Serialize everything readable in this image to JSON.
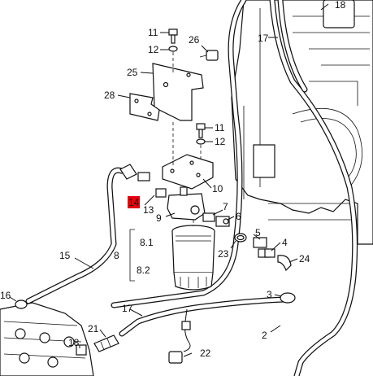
{
  "labels": {
    "p18_top": "18",
    "p17_top": "17",
    "p11_top": "11",
    "p26": "26",
    "p12_top": "12",
    "p25": "25",
    "p28": "28",
    "p11_mid": "11",
    "p12_mid": "12",
    "p10": "10",
    "p14": "14",
    "p13": "13",
    "p9": "9",
    "p7": "7",
    "p6": "6",
    "p8_1": "8.1",
    "p8": "8",
    "p8_2": "8.2",
    "p15": "15",
    "p23": "23",
    "p5": "5",
    "p4": "4",
    "p24": "24",
    "p16": "16",
    "p3": "3",
    "p17_bot": "17",
    "p18_bot": "18",
    "p21": "21",
    "p22": "22",
    "p2": "2"
  },
  "colors": {
    "highlight": "#e3000f",
    "ink": "#111111"
  }
}
